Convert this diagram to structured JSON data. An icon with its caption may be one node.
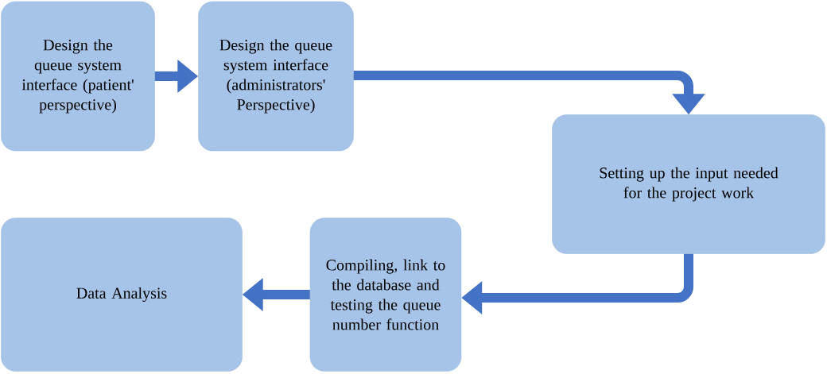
{
  "diagram": {
    "nodes": [
      {
        "text": [
          "Design the queue system interface (patient' perspective)"
        ]
      },
      {
        "text": [
          "Design the queue system interface (administrators' Perspective)"
        ]
      },
      {
        "text": [
          "Setting up the input needed for the project work"
        ]
      },
      {
        "text": [
          "Compiling, link to the database and testing the queue number function"
        ]
      },
      {
        "text": [
          "Data Analysis"
        ]
      }
    ],
    "edges": [
      {
        "from": 0,
        "to": 1,
        "arrow": "to"
      },
      {
        "from": 1,
        "to": 2,
        "arrow": "to"
      },
      {
        "from": 2,
        "to": 3,
        "arrow": "to"
      },
      {
        "from": 3,
        "to": 4,
        "arrow": "to"
      }
    ]
  }
}
